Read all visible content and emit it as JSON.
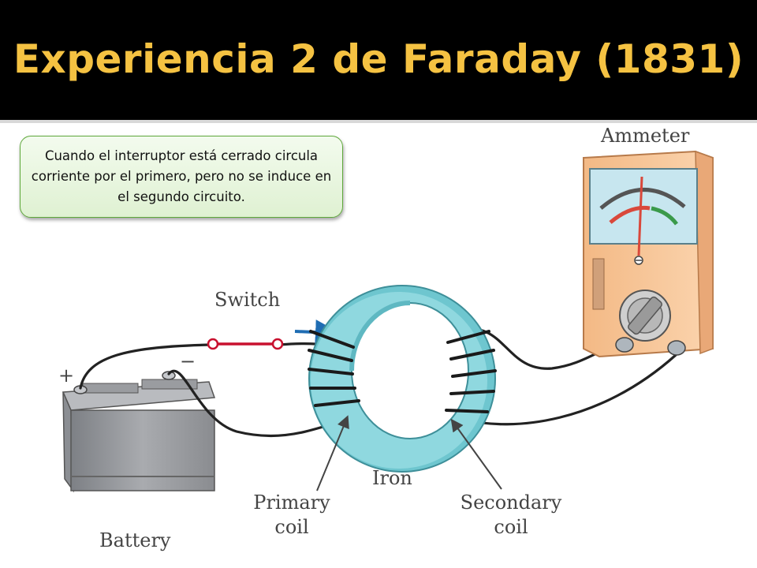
{
  "slide": {
    "title": "Experiencia 2 de Faraday (1831)",
    "callout": "Cuando el interruptor está cerrado circula corriente por el primero, pero no se induce en el segundo circuito."
  },
  "diagram": {
    "labels": {
      "ammeter": "Ammeter",
      "switch": "Switch",
      "iron": "Iron",
      "primary_line1": "Primary",
      "primary_line2": "coil",
      "secondary_line1": "Secondary",
      "secondary_line2": "coil",
      "battery": "Battery",
      "plus": "+",
      "minus": "−"
    },
    "colors": {
      "title": "#f5c242",
      "iron_ring": "#7fd0d8",
      "switch_wire": "#c8102e",
      "arrow": "#1f6db3",
      "meter_body": "#f7c79a",
      "meter_scale_red": "#d9483b",
      "meter_scale_green": "#3a9a4a",
      "callout_bg": "#e6f4dc",
      "callout_border": "#5ea83a"
    }
  }
}
